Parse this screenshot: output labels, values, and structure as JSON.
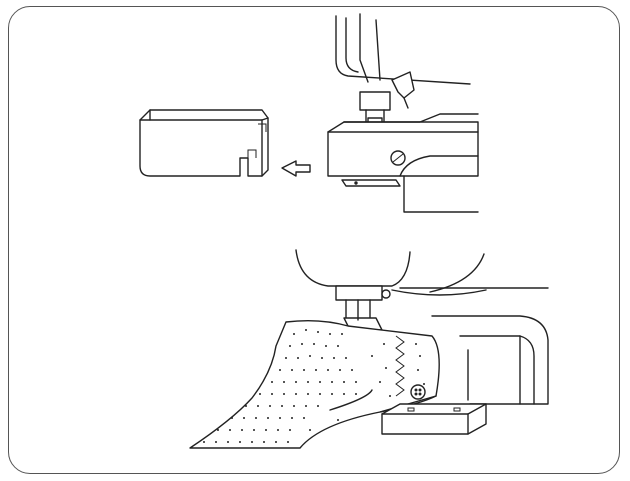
{
  "figure": {
    "panels": [
      {
        "id": "top",
        "subject": "removing-extension-table"
      },
      {
        "id": "bottom",
        "subject": "free-arm-sewing"
      }
    ],
    "colors": {
      "line": "#222222",
      "background": "#ffffff",
      "frame": "#555555"
    }
  }
}
